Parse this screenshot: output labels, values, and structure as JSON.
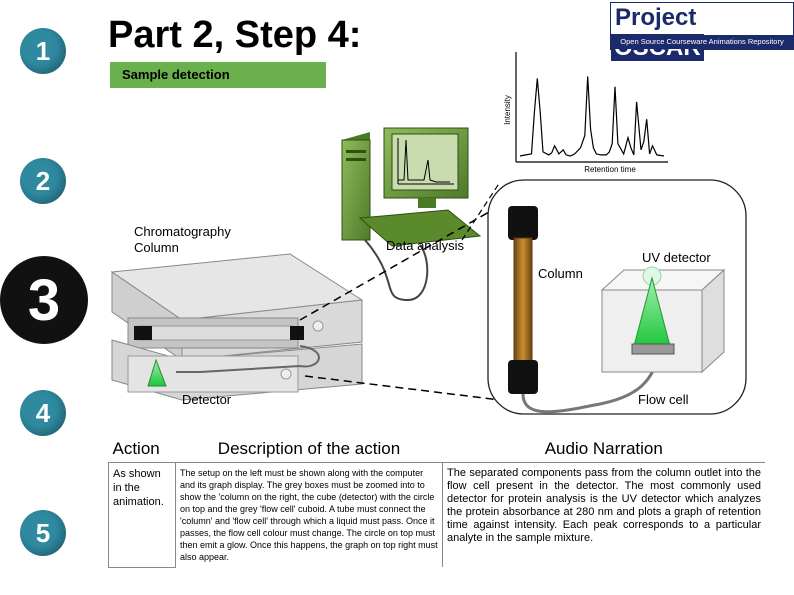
{
  "slide": {
    "title": "Part 2, Step 4:",
    "subtitle": "Sample detection"
  },
  "logo": {
    "word1": "Project",
    "word2": "OSCAR",
    "tagline": "Open Source Courseware Animations Repository"
  },
  "steps": [
    "1",
    "2",
    "3",
    "4",
    "5"
  ],
  "labels": {
    "chromatography_column": [
      "Chromatography",
      "Column"
    ],
    "data_analysis": "Data analysis",
    "column": "Column",
    "uv_detector": "UV detector",
    "detector": "Detector",
    "flow_cell": "Flow cell"
  },
  "chart_data": {
    "type": "line",
    "title": "",
    "xlabel": "Retention time",
    "ylabel": "Intensity",
    "series": [
      {
        "x": [
          0,
          4,
          8,
          10,
          12,
          14,
          16,
          20,
          22,
          24,
          27,
          30,
          32,
          35,
          38,
          42,
          45,
          47,
          49,
          51,
          53,
          56,
          60,
          62,
          64,
          66,
          68,
          72,
          75,
          77,
          79,
          81,
          84,
          86,
          88,
          90,
          92,
          95,
          100
        ],
        "y": [
          2,
          3,
          4,
          45,
          78,
          45,
          6,
          3,
          5,
          12,
          4,
          8,
          3,
          2,
          4,
          10,
          22,
          80,
          28,
          10,
          4,
          3,
          3,
          6,
          14,
          70,
          14,
          4,
          20,
          10,
          3,
          55,
          8,
          16,
          38,
          4,
          12,
          3,
          2
        ]
      }
    ],
    "grid": false
  },
  "table": {
    "headers": [
      "Action",
      "Description of the action",
      "Audio Narration"
    ],
    "action": "As shown in the animation.",
    "description": "The setup on the left must be shown along with the computer and its graph display. The grey boxes must be zoomed into to show the 'column on the right, the cube (detector) with the circle on top and the grey 'flow cell' cuboid. A tube must connect the 'column' and 'flow cell' through which a liquid must pass. Once it passes, the flow cell colour must change. The circle on top must then emit a glow. Once this happens, the graph on top right must also appear.",
    "narration": "The separated components pass from the column outlet into the flow cell present in the detector. The most commonly used detector for protein analysis is the UV detector which analyzes the protein absorbance at 280 nm and plots a graph of retention time against intensity. Each peak corresponds to a particular analyte in the sample mixture."
  },
  "colors": {
    "step_circle": "#2f8aa0",
    "step_active": "#111111",
    "subtitle_bar": "#6ab04c",
    "computer": "#6a9a3a",
    "column_body": "#b07a28",
    "uv_glow": "#3bd35a",
    "logo_blue": "#1b2a6b"
  }
}
